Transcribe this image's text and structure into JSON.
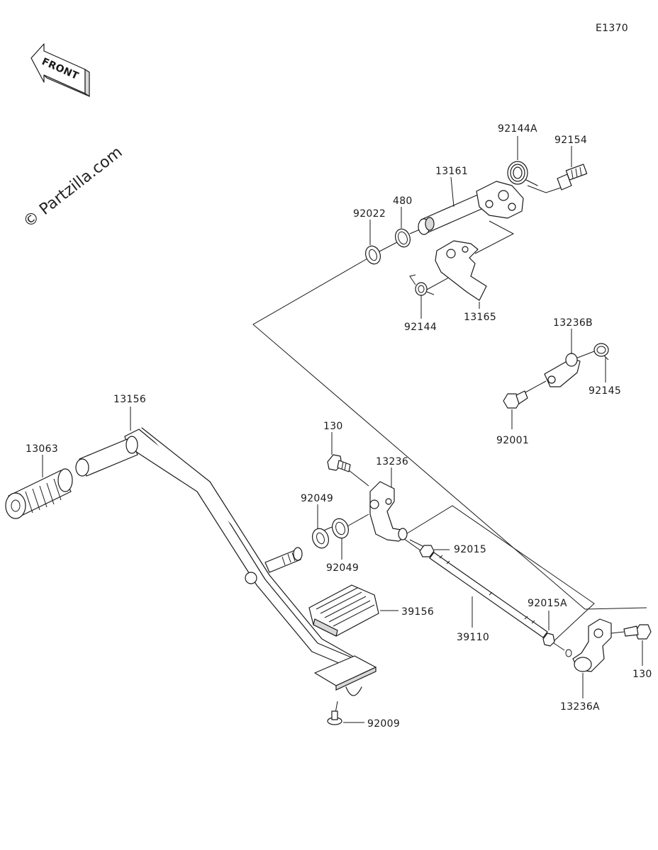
{
  "diagram_code": "E1370",
  "watermark": "© Partzilla.com",
  "front_arrow": {
    "text": "FRONT",
    "icon": "front-arrow-icon"
  },
  "parts": [
    {
      "id": "p-92144A",
      "number": "92144A"
    },
    {
      "id": "p-92154",
      "number": "92154"
    },
    {
      "id": "p-13161",
      "number": "13161"
    },
    {
      "id": "p-480",
      "number": "480"
    },
    {
      "id": "p-92022",
      "number": "92022"
    },
    {
      "id": "p-92144",
      "number": "92144"
    },
    {
      "id": "p-13165",
      "number": "13165"
    },
    {
      "id": "p-13236B",
      "number": "13236B"
    },
    {
      "id": "p-92145",
      "number": "92145"
    },
    {
      "id": "p-92001",
      "number": "92001"
    },
    {
      "id": "p-13156",
      "number": "13156"
    },
    {
      "id": "p-13063",
      "number": "13063"
    },
    {
      "id": "p-130a",
      "number": "130"
    },
    {
      "id": "p-13236",
      "number": "13236"
    },
    {
      "id": "p-92049a",
      "number": "92049"
    },
    {
      "id": "p-92049b",
      "number": "92049"
    },
    {
      "id": "p-92015",
      "number": "92015"
    },
    {
      "id": "p-39156",
      "number": "39156"
    },
    {
      "id": "p-92015A",
      "number": "92015A"
    },
    {
      "id": "p-39110",
      "number": "39110"
    },
    {
      "id": "p-130b",
      "number": "130"
    },
    {
      "id": "p-13236A",
      "number": "13236A"
    },
    {
      "id": "p-92009",
      "number": "92009"
    }
  ]
}
